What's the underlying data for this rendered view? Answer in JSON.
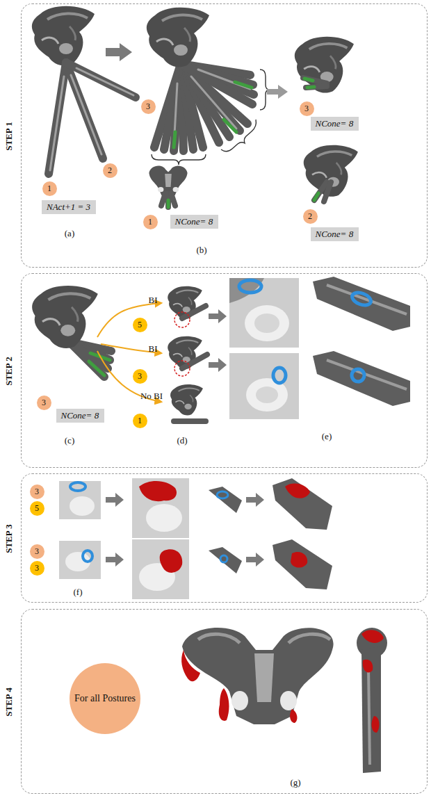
{
  "diagram": {
    "nodes": [
      {
        "text": [
          "STEP 1"
        ]
      },
      {
        "text": [
          "1"
        ],
        "in": 0
      },
      {
        "text": [
          "2"
        ],
        "in": 0
      },
      {
        "text": [
          "3"
        ],
        "in": 0
      },
      {
        "text": [
          "NAct+1 = 3"
        ],
        "in": 0
      },
      {
        "text": [
          "3"
        ],
        "in": 0
      },
      {
        "text": [
          "NCone= 8"
        ],
        "in": 0
      },
      {
        "text": [
          "1"
        ],
        "in": 0
      },
      {
        "text": [
          "NCone= 8"
        ],
        "in": 0
      },
      {
        "text": [
          "2"
        ],
        "in": 0
      },
      {
        "text": [
          "NCone= 8"
        ],
        "in": 0
      },
      {
        "text": [
          "STEP 2"
        ]
      },
      {
        "text": [
          "3"
        ],
        "in": 11
      },
      {
        "text": [
          "NCone= 8"
        ],
        "in": 11
      },
      {
        "text": [
          "5"
        ],
        "in": 11
      },
      {
        "text": [
          "3"
        ],
        "in": 11
      },
      {
        "text": [
          "1"
        ],
        "in": 11
      },
      {
        "text": [
          "STEP 3"
        ]
      },
      {
        "text": [
          "3"
        ],
        "in": 17
      },
      {
        "text": [
          "5"
        ],
        "in": 17
      },
      {
        "text": [
          "3"
        ],
        "in": 17
      },
      {
        "text": [
          "3"
        ],
        "in": 17
      },
      {
        "text": [
          "STEP 4"
        ]
      },
      {
        "text": [
          "For all Postures"
        ],
        "in": 22
      }
    ],
    "labels": [
      "(a)",
      "(b)",
      "BI",
      "BI",
      "No BI",
      "(c)",
      "(d)",
      "(e)",
      "(f)",
      "(g)"
    ]
  }
}
